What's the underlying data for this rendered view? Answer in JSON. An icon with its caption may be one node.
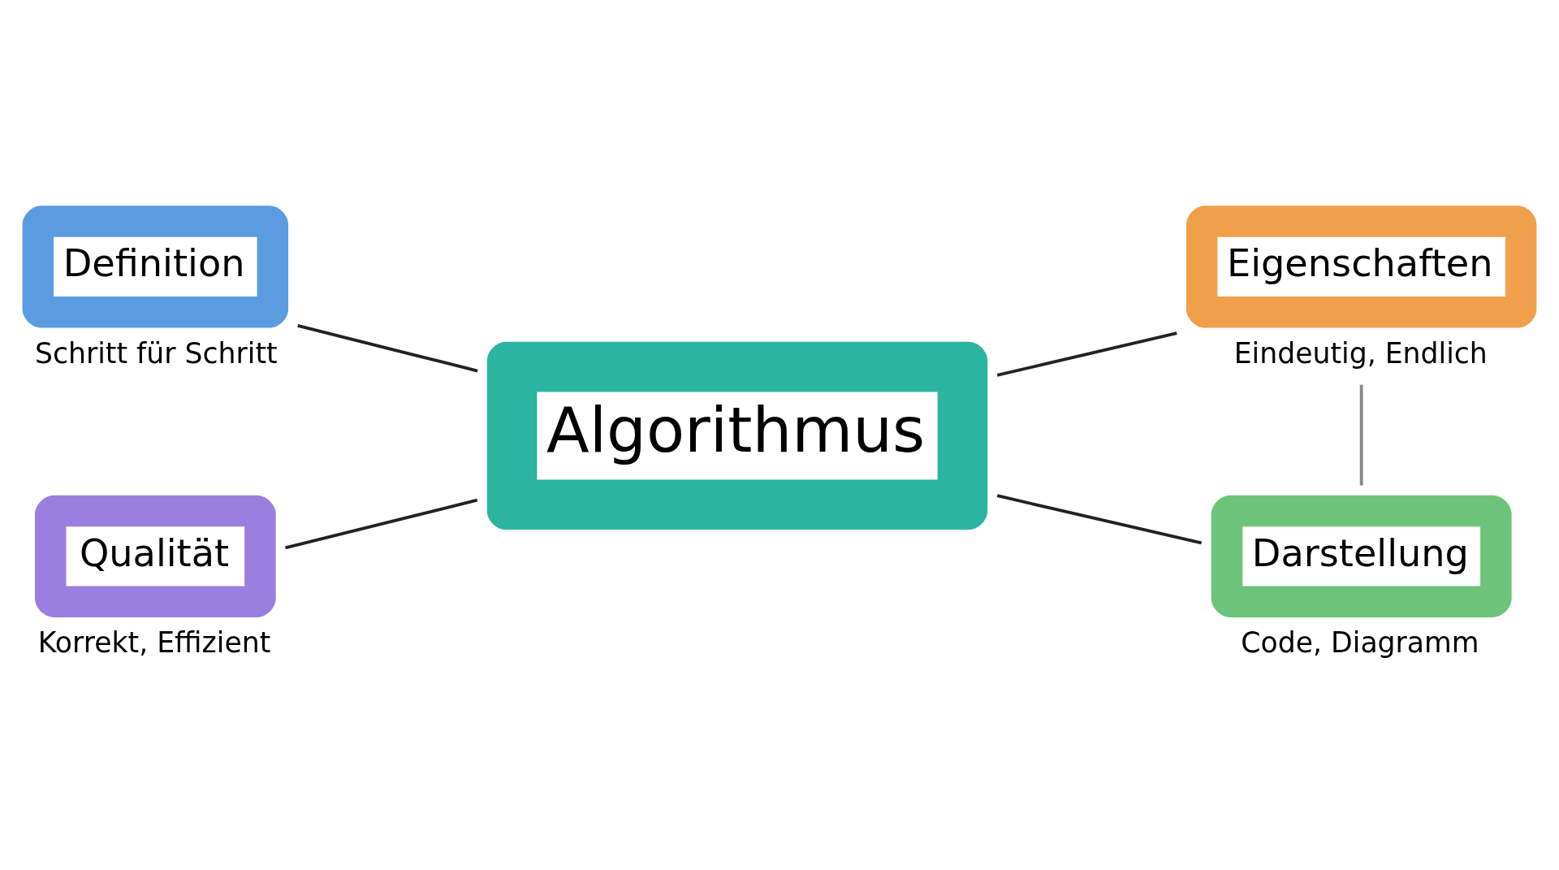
{
  "diagram": {
    "nodes": [
      {
        "text": [
          "Definition"
        ],
        "beside": [
          "Schritt für Schritt"
        ]
      },
      {
        "text": [
          "Eigenschaften"
        ],
        "beside": [
          "Eindeutig, Endlich"
        ]
      },
      {
        "text": [
          "Algorithmus"
        ]
      },
      {
        "text": [
          "Qualität"
        ],
        "beside": [
          "Korrekt, Effizient"
        ]
      },
      {
        "text": [
          "Darstellung"
        ],
        "beside": [
          "Code, Diagramm"
        ]
      }
    ],
    "edges": [
      {
        "from": 0,
        "to": 2,
        "arrow": "none"
      },
      {
        "from": 1,
        "to": 2,
        "arrow": "none"
      },
      {
        "from": 2,
        "to": 3,
        "arrow": "none"
      },
      {
        "from": 2,
        "to": 4,
        "arrow": "none"
      },
      {
        "from": 1,
        "to": 4,
        "arrow": "none",
        "color": "#888888"
      }
    ]
  }
}
